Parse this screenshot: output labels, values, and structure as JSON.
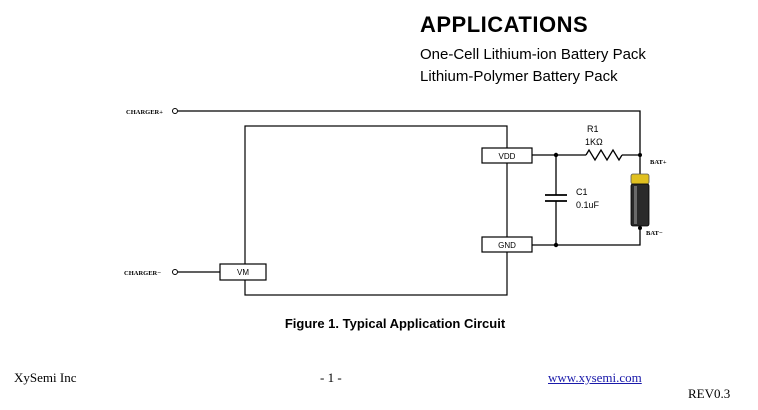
{
  "applications": {
    "heading": "APPLICATIONS",
    "items": [
      "One-Cell Lithium-ion Battery Pack",
      "Lithium-Polymer Battery Pack"
    ]
  },
  "circuit": {
    "charger_plus": "CHARGER+",
    "charger_minus": "CHARGER−",
    "pins": {
      "vdd": "VDD",
      "gnd": "GND",
      "vm": "VM"
    },
    "resistor": {
      "name": "R1",
      "value": "1KΩ"
    },
    "capacitor": {
      "name": "C1",
      "value": "0.1uF"
    },
    "battery": {
      "plus": "BAT+",
      "minus": "BAT−"
    }
  },
  "figure_caption": "Figure 1.  Typical Application Circuit",
  "footer": {
    "company": "XySemi Inc",
    "page": "- 1 -",
    "url": "www.xysemi.com",
    "revision": "REV0.3"
  },
  "colors": {
    "battery_cap": "#e0c020",
    "battery_body": "#2a2a2a",
    "link": "#1a1aaa"
  }
}
